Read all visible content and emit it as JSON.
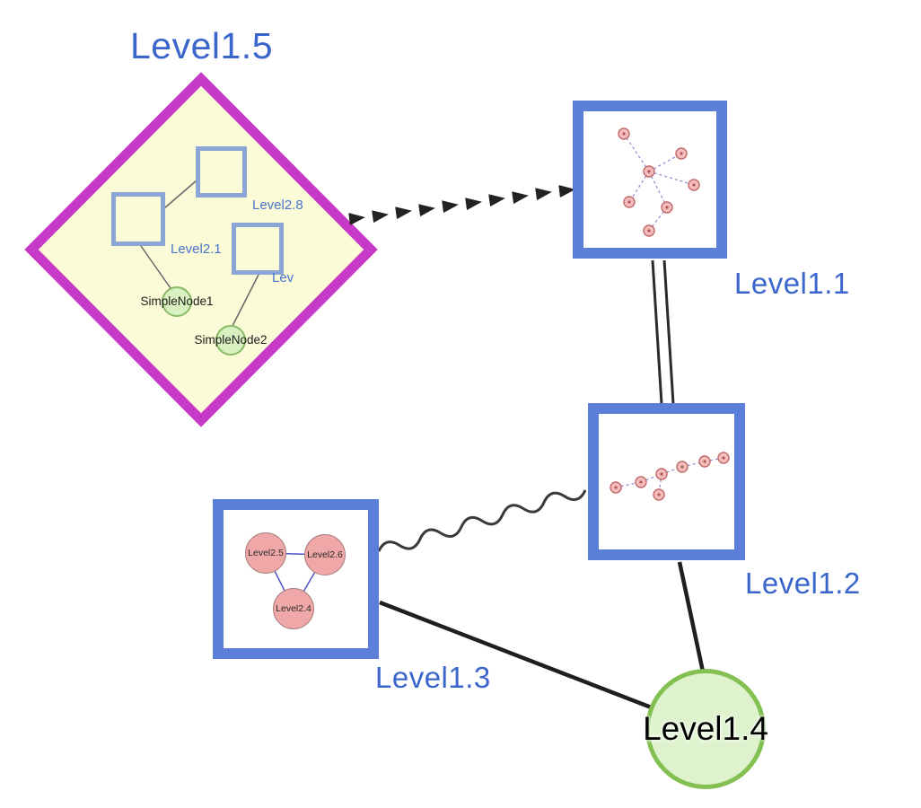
{
  "diagram": {
    "nodes": {
      "level15": {
        "label": "Level1.5",
        "shape": "diamond"
      },
      "level11": {
        "label": "Level1.1",
        "shape": "square"
      },
      "level12": {
        "label": "Level1.2",
        "shape": "square"
      },
      "level13": {
        "label": "Level1.3",
        "shape": "square"
      },
      "level14": {
        "label": "Level1.4",
        "shape": "circle"
      }
    },
    "level15_children": {
      "level28": {
        "label": "Level2.8"
      },
      "level21": {
        "label": "Level2.1"
      },
      "lev": {
        "label": "Lev"
      },
      "simplenode1": {
        "label": "SimpleNode1"
      },
      "simplenode2": {
        "label": "SimpleNode2"
      }
    },
    "level13_children": {
      "level25": {
        "label": "Level2.5"
      },
      "level26": {
        "label": "Level2.6"
      },
      "level24": {
        "label": "Level2.4"
      }
    },
    "edges": [
      {
        "from": "Level1.5",
        "to": "Level1.1",
        "style": "dashed-arrowheads"
      },
      {
        "from": "Level1.1",
        "to": "Level1.2",
        "style": "double-line"
      },
      {
        "from": "Level1.2",
        "to": "Level1.3",
        "style": "wavy"
      },
      {
        "from": "Level1.3",
        "to": "Level1.4",
        "style": "solid"
      },
      {
        "from": "Level1.2",
        "to": "Level1.4",
        "style": "solid"
      }
    ],
    "colors": {
      "label_blue": "#3a66cc",
      "box_border_blue": "#5b7fd8",
      "diamond_border_magenta": "#c73ac7",
      "diamond_fill_yellow": "#fbfbd8",
      "green_fill": "#def3cd",
      "green_border": "#84bf52",
      "pink_fill": "#efa7a7",
      "pink_border": "#a98080",
      "edge_black": "#222222",
      "mini_edge_blue": "#8a8ad0"
    }
  }
}
